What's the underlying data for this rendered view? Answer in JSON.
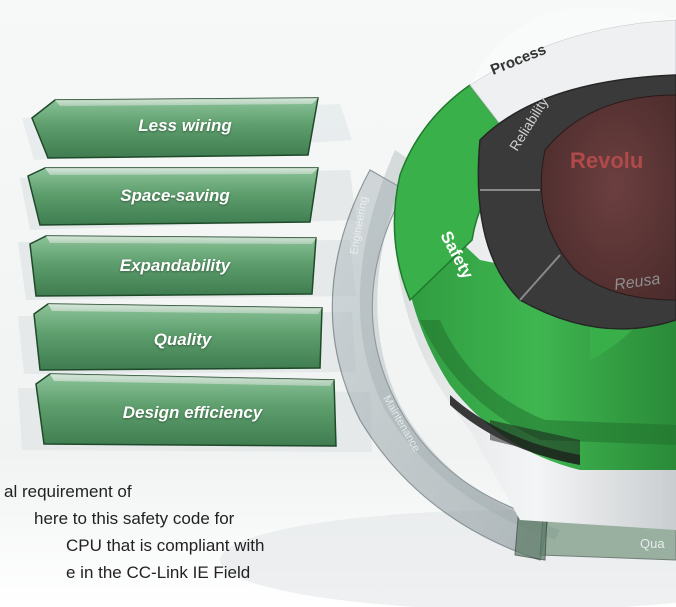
{
  "steps": [
    {
      "label": "Less wiring"
    },
    {
      "label": "Space-saving"
    },
    {
      "label": "Expandability"
    },
    {
      "label": "Quality"
    },
    {
      "label": "Design efficiency"
    }
  ],
  "outer_ring": {
    "engineering": "Engineering",
    "maintenance": "Maintenance",
    "quality_cut": "Qua"
  },
  "top_ring": {
    "process": "Process",
    "safety": "Safety"
  },
  "inner_ring": {
    "reliability": "Reliability",
    "reusability_cut": "Reusa"
  },
  "center": {
    "label_cut": "Revolu"
  },
  "paragraph": {
    "lines": [
      "al requirement of",
      "here to this safety code for",
      "CPU that is compliant with",
      "e in the CC-Link IE Field"
    ]
  },
  "colors": {
    "green": "#3aa84a",
    "dark_green": "#1f7a30",
    "charcoal": "#3a3a3a",
    "maroon": "#5a3535",
    "glass_green": "#5c9a6a"
  }
}
